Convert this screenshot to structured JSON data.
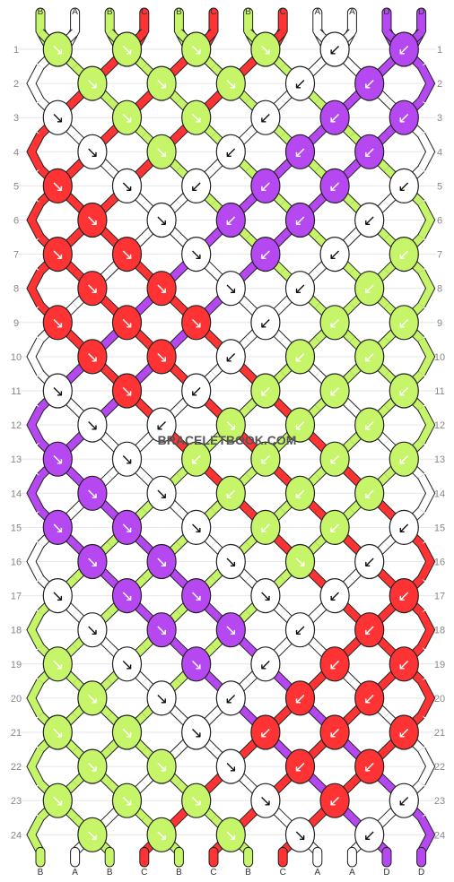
{
  "site_watermark": "BRACELETBOOK.COM",
  "colors": {
    "A": "#ffffff",
    "B": "#c6f56a",
    "C": "#ff3333",
    "D": "#b648f2"
  },
  "top_strands": [
    "B",
    "A",
    "B",
    "C",
    "B",
    "C",
    "B",
    "C",
    "A",
    "A",
    "D",
    "D"
  ],
  "bottom_strands": [
    "B",
    "A",
    "B",
    "C",
    "B",
    "C",
    "B",
    "C",
    "A",
    "A",
    "D",
    "D"
  ],
  "row_numbers": [
    "1",
    "2",
    "3",
    "4",
    "5",
    "6",
    "7",
    "8",
    "9",
    "10",
    "11",
    "12",
    "13",
    "14",
    "15",
    "16",
    "17",
    "18",
    "19",
    "20",
    "21",
    "22",
    "23",
    "24"
  ],
  "knots": [
    [
      [
        "B",
        "↘"
      ],
      [
        "B",
        "↘"
      ],
      [
        "B",
        "↘"
      ],
      [
        "B",
        "↘"
      ],
      [
        "A",
        "↙"
      ],
      [
        "D",
        "↙"
      ]
    ],
    [
      [
        "B",
        "↘"
      ],
      [
        "B",
        "↘"
      ],
      [
        "B",
        "↘"
      ],
      [
        "A",
        "↙"
      ],
      [
        "D",
        "↙"
      ]
    ],
    [
      [
        "A",
        "↘"
      ],
      [
        "B",
        "↘"
      ],
      [
        "B",
        "↘"
      ],
      [
        "A",
        "↙"
      ],
      [
        "D",
        "↙"
      ],
      [
        "D",
        "↙"
      ]
    ],
    [
      [
        "A",
        "↘"
      ],
      [
        "B",
        "↘"
      ],
      [
        "A",
        "↙"
      ],
      [
        "D",
        "↙"
      ],
      [
        "D",
        "↙"
      ]
    ],
    [
      [
        "C",
        "↘"
      ],
      [
        "A",
        "↘"
      ],
      [
        "A",
        "↙"
      ],
      [
        "D",
        "↙"
      ],
      [
        "D",
        "↙"
      ],
      [
        "A",
        "↙"
      ]
    ],
    [
      [
        "C",
        "↘"
      ],
      [
        "A",
        "↘"
      ],
      [
        "D",
        "↙"
      ],
      [
        "D",
        "↙"
      ],
      [
        "A",
        "↙"
      ]
    ],
    [
      [
        "C",
        "↘"
      ],
      [
        "C",
        "↘"
      ],
      [
        "A",
        "↘"
      ],
      [
        "D",
        "↙"
      ],
      [
        "A",
        "↙"
      ],
      [
        "B",
        "↙"
      ]
    ],
    [
      [
        "C",
        "↘"
      ],
      [
        "C",
        "↘"
      ],
      [
        "A",
        "↘"
      ],
      [
        "A",
        "↙"
      ],
      [
        "B",
        "↙"
      ]
    ],
    [
      [
        "C",
        "↘"
      ],
      [
        "C",
        "↘"
      ],
      [
        "C",
        "↘"
      ],
      [
        "A",
        "↙"
      ],
      [
        "B",
        "↙"
      ],
      [
        "B",
        "↙"
      ]
    ],
    [
      [
        "C",
        "↘"
      ],
      [
        "C",
        "↘"
      ],
      [
        "A",
        "↙"
      ],
      [
        "B",
        "↙"
      ],
      [
        "B",
        "↙"
      ]
    ],
    [
      [
        "A",
        "↘"
      ],
      [
        "C",
        "↘"
      ],
      [
        "A",
        "↙"
      ],
      [
        "B",
        "↙"
      ],
      [
        "B",
        "↙"
      ],
      [
        "B",
        "↙"
      ]
    ],
    [
      [
        "A",
        "↘"
      ],
      [
        "A",
        "↙"
      ],
      [
        "B",
        "↘"
      ],
      [
        "B",
        "↙"
      ],
      [
        "B",
        "↙"
      ]
    ],
    [
      [
        "D",
        "↘"
      ],
      [
        "A",
        "↘"
      ],
      [
        "B",
        "↙"
      ],
      [
        "B",
        "↙"
      ],
      [
        "B",
        "↙"
      ],
      [
        "B",
        "↙"
      ]
    ],
    [
      [
        "D",
        "↘"
      ],
      [
        "A",
        "↘"
      ],
      [
        "B",
        "↙"
      ],
      [
        "B",
        "↙"
      ],
      [
        "B",
        "↙"
      ]
    ],
    [
      [
        "D",
        "↘"
      ],
      [
        "D",
        "↘"
      ],
      [
        "A",
        "↘"
      ],
      [
        "B",
        "↙"
      ],
      [
        "B",
        "↙"
      ],
      [
        "A",
        "↙"
      ]
    ],
    [
      [
        "D",
        "↘"
      ],
      [
        "D",
        "↘"
      ],
      [
        "A",
        "↘"
      ],
      [
        "B",
        "↘"
      ],
      [
        "A",
        "↙"
      ]
    ],
    [
      [
        "A",
        "↘"
      ],
      [
        "D",
        "↘"
      ],
      [
        "D",
        "↘"
      ],
      [
        "A",
        "↘"
      ],
      [
        "A",
        "↙"
      ],
      [
        "C",
        "↙"
      ]
    ],
    [
      [
        "A",
        "↘"
      ],
      [
        "D",
        "↘"
      ],
      [
        "D",
        "↘"
      ],
      [
        "A",
        "↙"
      ],
      [
        "C",
        "↙"
      ]
    ],
    [
      [
        "B",
        "↘"
      ],
      [
        "A",
        "↘"
      ],
      [
        "D",
        "↘"
      ],
      [
        "A",
        "↙"
      ],
      [
        "C",
        "↙"
      ],
      [
        "C",
        "↙"
      ]
    ],
    [
      [
        "B",
        "↘"
      ],
      [
        "A",
        "↘"
      ],
      [
        "A",
        "↙"
      ],
      [
        "C",
        "↙"
      ],
      [
        "C",
        "↙"
      ]
    ],
    [
      [
        "B",
        "↘"
      ],
      [
        "B",
        "↘"
      ],
      [
        "A",
        "↘"
      ],
      [
        "C",
        "↙"
      ],
      [
        "C",
        "↙"
      ],
      [
        "C",
        "↙"
      ]
    ],
    [
      [
        "B",
        "↘"
      ],
      [
        "B",
        "↘"
      ],
      [
        "A",
        "↘"
      ],
      [
        "C",
        "↙"
      ],
      [
        "C",
        "↙"
      ]
    ],
    [
      [
        "B",
        "↘"
      ],
      [
        "B",
        "↘"
      ],
      [
        "B",
        "↘"
      ],
      [
        "A",
        "↘"
      ],
      [
        "C",
        "↙"
      ],
      [
        "A",
        "↙"
      ]
    ],
    [
      [
        "B",
        "↘"
      ],
      [
        "B",
        "↘"
      ],
      [
        "B",
        "↘"
      ],
      [
        "A",
        "↘"
      ],
      [
        "A",
        "↙"
      ]
    ]
  ]
}
